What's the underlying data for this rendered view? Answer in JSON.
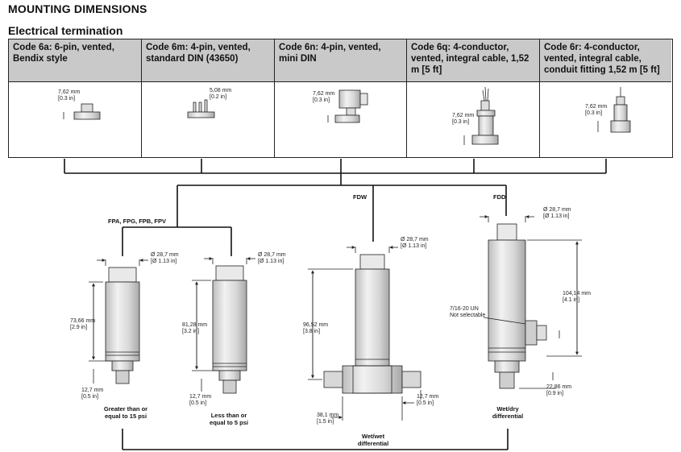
{
  "title": "MOUNTING DIMENSIONS",
  "subtitle": "Electrical termination",
  "codes": [
    {
      "bold": "Code 6a:",
      "text": " 6-pin, vented, Bendix style",
      "dim1": "7,62 mm",
      "dim2": "[0.3 in]"
    },
    {
      "bold": "Code 6m:",
      "text": " 4-pin, vented, standard DIN (43650)",
      "dim1": "5,08 mm",
      "dim2": "[0.2 in]"
    },
    {
      "bold": "Code 6n:",
      "text": " 4-pin, vented, mini DIN",
      "dim1": "7,62 mm",
      "dim2": "[0.3 in]"
    },
    {
      "bold": "Code 6q:",
      "text": " 4-conductor, vented, integral cable, 1,52 m [5 ft]",
      "dim1": "7,62 mm",
      "dim2": "[0.3 in]"
    },
    {
      "bold": "Code 6r:",
      "text": " 4-conductor, vented, integral cable, conduit fitting 1,52 m [5 ft]",
      "dim1": "7,62 mm",
      "dim2": "[0.3 in]"
    }
  ],
  "groups": {
    "fpa": "FPA, FPG, FPB, FPV",
    "fdw": "FDW",
    "fdd": "FDD"
  },
  "sensors": {
    "s1": {
      "dia1": "Ø 28,7 mm",
      "dia2": "[Ø 1.13 in]",
      "len1": "73,66 mm",
      "len2": "[2.9 in]",
      "hex1": "12,7 mm",
      "hex2": "[0.5 in]",
      "caption1": "Greater than or",
      "caption2": "equal to 15 psi"
    },
    "s2": {
      "dia1": "Ø 28,7 mm",
      "dia2": "[Ø 1.13 in]",
      "len1": "81,28 mm",
      "len2": "[3.2 in]",
      "hex1": "12,7 mm",
      "hex2": "[0.5 in]",
      "caption1": "Less than or",
      "caption2": "equal to 5 psi"
    },
    "s3": {
      "dia1": "Ø 28,7 mm",
      "dia2": "[Ø 1.13 in]",
      "len1": "96,52 mm",
      "len2": "[3.8 in]",
      "hex1": "12,7 mm",
      "hex2": "[0.5 in]",
      "w1": "38,1 mm",
      "w2": "[1.5 in]",
      "caption1": "Wet/wet",
      "caption2": "differential"
    },
    "s4": {
      "dia1": "Ø 28,7 mm",
      "dia2": "[Ø 1.13 in]",
      "len1": "104,14 mm",
      "len2": "[4.1 in]",
      "hex1": "22,86 mm",
      "hex2": "[0.9 in]",
      "port1": "7/16-20 UN",
      "port2": "Not selectable",
      "caption1": "Wet/dry",
      "caption2": "differential"
    }
  }
}
